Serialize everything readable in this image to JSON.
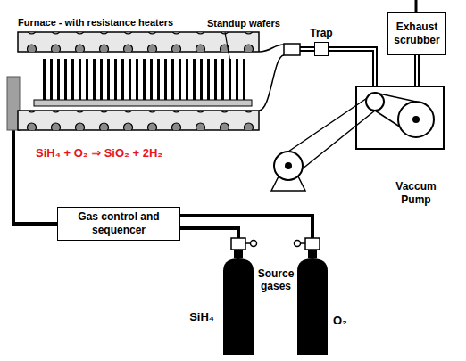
{
  "diagram": {
    "nodes": [
      {
        "text": [
          "Exhaust scrubber"
        ]
      },
      {
        "text": [
          "Furnace - with resistance heaters"
        ]
      },
      {
        "text": [
          "Trap"
        ]
      },
      {
        "text": [
          "Vaccum Pump"
        ]
      },
      {
        "text": [
          "Gas control and sequencer"
        ]
      },
      {
        "text": [
          "SiH₄"
        ]
      },
      {
        "text": [
          "O₂"
        ]
      }
    ],
    "edges": [
      {
        "from": 4,
        "to": 1,
        "arrow": "none"
      },
      {
        "from": 1,
        "to": 2,
        "arrow": "none"
      },
      {
        "from": 2,
        "to": 3,
        "arrow": "none"
      },
      {
        "from": 3,
        "to": 0,
        "arrow": "none"
      },
      {
        "from": 5,
        "to": 4,
        "arrow": "none"
      },
      {
        "from": 6,
        "to": 4,
        "arrow": "none"
      }
    ],
    "labels": [
      "Standup wafers",
      "SiH₄ + O₂ ⇒ SiO₂ + 2H₂",
      "Source gases"
    ]
  }
}
